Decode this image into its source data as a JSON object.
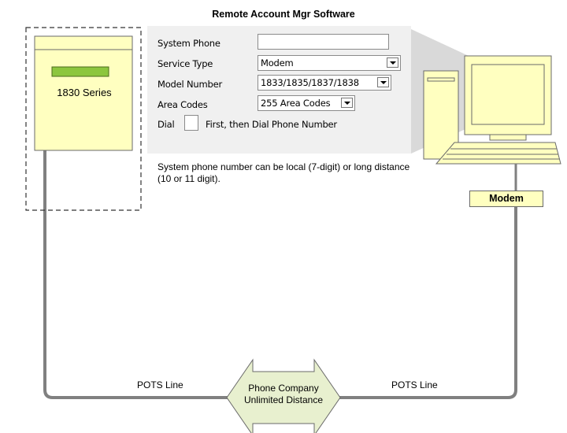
{
  "software": {
    "title": "Remote Account Mgr Software",
    "fields": {
      "system_phone": {
        "label": "System Phone",
        "value": ""
      },
      "service_type": {
        "label": "Service Type",
        "value": "Modem"
      },
      "model_number": {
        "label": "Model Number",
        "value": "1833/1835/1837/1838"
      },
      "area_codes": {
        "label": "Area Codes",
        "value": "255 Area Codes"
      },
      "dial": {
        "label": "Dial",
        "suffix": "First, then Dial Phone Number"
      }
    },
    "note": "System phone number can be local (7-digit) or long distance (10 or 11 digit)."
  },
  "device": {
    "label": "1830 Series"
  },
  "modem": {
    "label": "Modem"
  },
  "line": {
    "left_label": "POTS Line",
    "right_label": "POTS Line"
  },
  "phone_company": {
    "line1": "Phone Company",
    "line2": "Unlimited Distance"
  },
  "colors": {
    "device_fill": "#ffffc0",
    "display_green": "#8cc63e",
    "arrow_fill": "#e8f0cf",
    "line_gray": "#7f7f7f",
    "projection": "#d9d9d9"
  }
}
